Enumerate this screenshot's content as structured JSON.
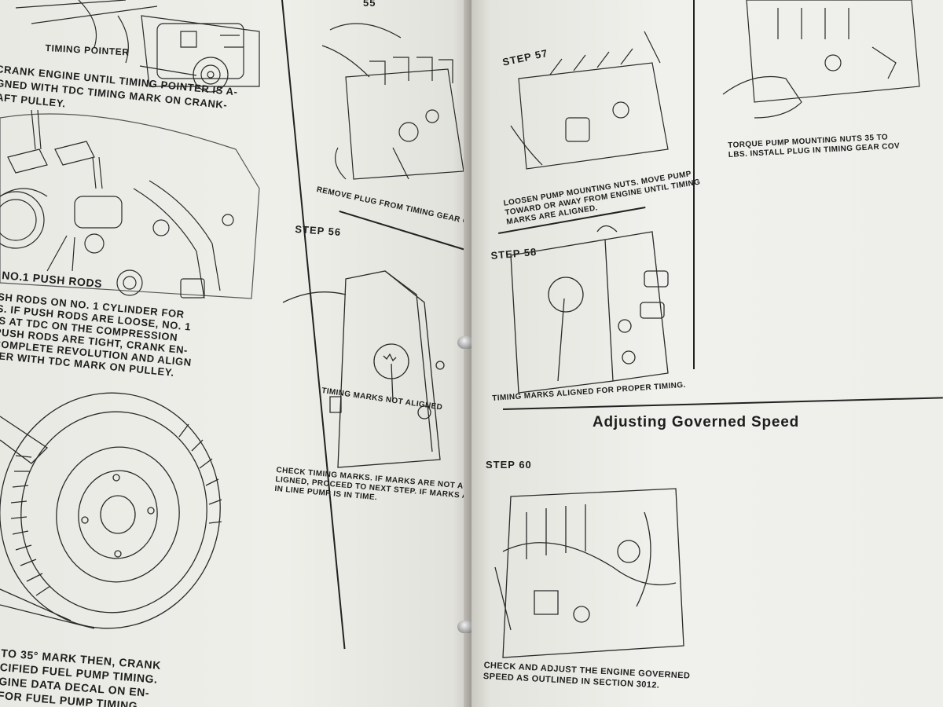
{
  "left_page": {
    "top_left_caption": {
      "label": "TIMING POINTER",
      "line1": "CRANK ENGINE UNTIL TIMING POINTER IS A-",
      "line2": "GNED WITH TDC TIMING MARK ON CRANK-",
      "line3": "AFT PULLEY."
    },
    "push_rods_label": "NO.1 PUSH RODS",
    "push_rods_text": [
      "SH RODS ON NO. 1 CYLINDER FOR",
      "S. IF PUSH RODS ARE LOOSE, NO. 1",
      "IS AT TDC ON THE COMPRESSION",
      "PUSH RODS ARE TIGHT, CRANK EN-",
      "COMPLETE REVOLUTION AND ALIGN",
      "TER WITH TDC MARK ON PULLEY."
    ],
    "bottom_text": [
      "TO 35° MARK THEN, CRANK",
      "CIFIED FUEL PUMP TIMING.",
      "GINE DATA DECAL ON EN-",
      "FOR FUEL PUMP TIMING."
    ],
    "step55": {
      "number": "55",
      "caption": "REMOVE PLUG FROM TIMING GEAR COVER."
    },
    "step56": {
      "title": "STEP 56",
      "label": "TIMING MARKS NOT ALIGNED",
      "caption": [
        "CHECK TIMING MARKS. IF MARKS ARE NOT A-",
        "LIGNED, PROCEED TO NEXT STEP. IF MARKS ARE",
        "IN LINE PUMP IS IN TIME."
      ]
    }
  },
  "right_page": {
    "step57": {
      "title": "STEP 57",
      "caption": [
        "LOOSEN PUMP MOUNTING NUTS. MOVE PUMP",
        "TOWARD OR AWAY FROM ENGINE UNTIL TIMING",
        "MARKS ARE ALIGNED."
      ]
    },
    "step58": {
      "title": "STEP 58",
      "caption": "TIMING MARKS ALIGNED FOR PROPER TIMING."
    },
    "step59": {
      "caption": [
        "TORQUE PUMP MOUNTING NUTS 35 TO",
        "LBS. INSTALL PLUG IN TIMING GEAR COV"
      ]
    },
    "section_heading": "Adjusting Governed Speed",
    "step60": {
      "title": "STEP 60",
      "caption": [
        "CHECK AND ADJUST THE ENGINE GOVERNED",
        "SPEED AS OUTLINED IN SECTION 3012."
      ]
    }
  }
}
